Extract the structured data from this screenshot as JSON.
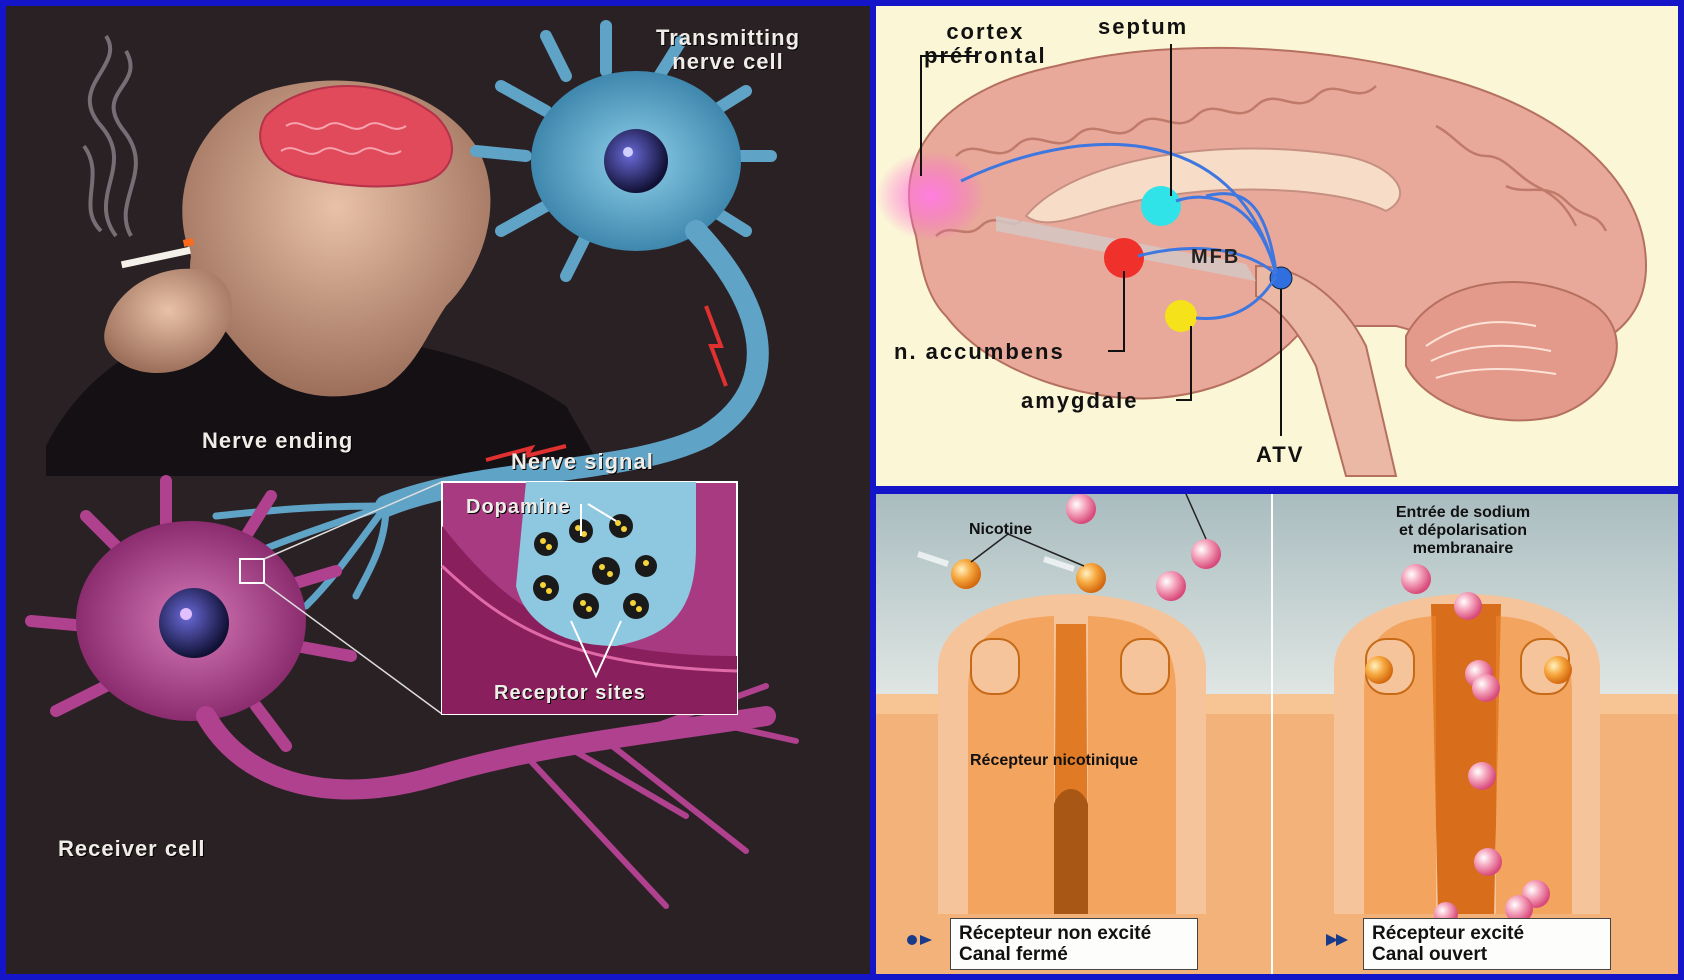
{
  "colors": {
    "frame": "#1414c8",
    "left_background": "#2a2124",
    "transmitting_cell": "#5fa3c6",
    "receiver_cell": "#b0418f",
    "brain_tissue": "#e9a99a",
    "membrane": "#f3b27a",
    "nicotine": "#f08a1e",
    "sodium_ion": "#f07a9a"
  },
  "left_panel": {
    "labels": {
      "transmitting": "Transmitting\nnerve cell",
      "nerve_ending": "Nerve ending",
      "nerve_signal": "Nerve signal",
      "dopamine": "Dopamine",
      "receptor_sites": "Receptor sites",
      "receiver_cell": "Receiver cell"
    }
  },
  "brain_panel": {
    "labels": {
      "cortex": "cortex\npréfrontal",
      "septum": "septum",
      "mfb": "MFB",
      "accumbens": "n. accumbens",
      "amygdale": "amygdale",
      "atv": "ATV"
    },
    "region_colors": {
      "cortex_prefrontal": "#ff5ad2",
      "septum": "#2fe3e8",
      "n_accumbens": "#f0302a",
      "amygdale": "#f5e21a",
      "atv": "#2f6fe0"
    }
  },
  "receptor_panel": {
    "labels": {
      "nicotine": "Nicotine",
      "sodium_entry": "Entrée de sodium\net dépolarisation\nmembranaire",
      "receptor": "Récepteur nicotinique"
    },
    "legend_closed": {
      "line1": "Récepteur non excité",
      "line2": "Canal fermé"
    },
    "legend_open": {
      "line1": "Récepteur excité",
      "line2": "Canal ouvert"
    }
  }
}
